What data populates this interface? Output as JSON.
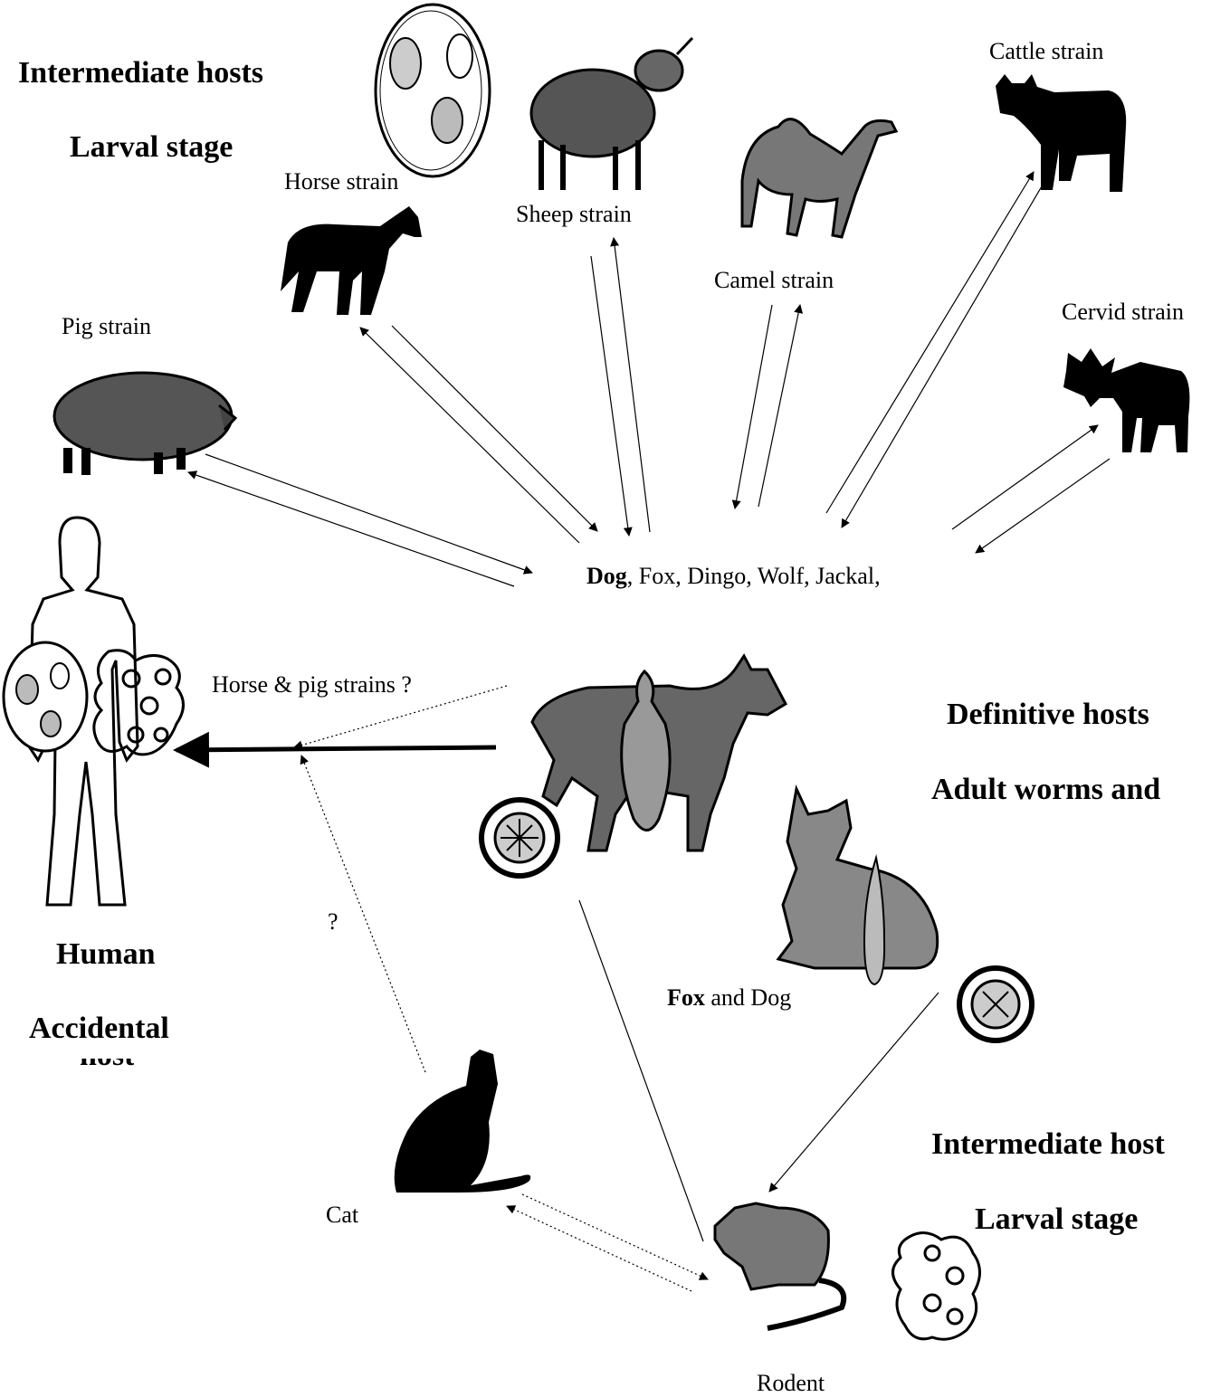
{
  "headings": {
    "intermediate_hosts": "Intermediate hosts",
    "larval_stage_top": "Larval stage",
    "definitive_hosts": "Definitive hosts",
    "adult_worms": "Adult worms and",
    "human": "Human",
    "accidental": "Accidental",
    "accidental_cut": "host",
    "intermediate_host": "Intermediate host",
    "larval_stage_bottom": "Larval stage"
  },
  "strains": {
    "horse": "Horse strain",
    "sheep": "Sheep strain",
    "camel": "Camel strain",
    "cattle": "Cattle strain",
    "cervid": "Cervid strain",
    "pig": "Pig strain"
  },
  "definitive": {
    "dog_bold": "Dog",
    "rest": ", Fox, Dingo, Wolf, Jackal,"
  },
  "links": {
    "horse_pig": "Horse & pig strains ?",
    "question": "?"
  },
  "fox_dog": {
    "bold": "Fox",
    "rest": " and Dog"
  },
  "others": {
    "cat": "Cat",
    "rodent": "Rodent"
  }
}
